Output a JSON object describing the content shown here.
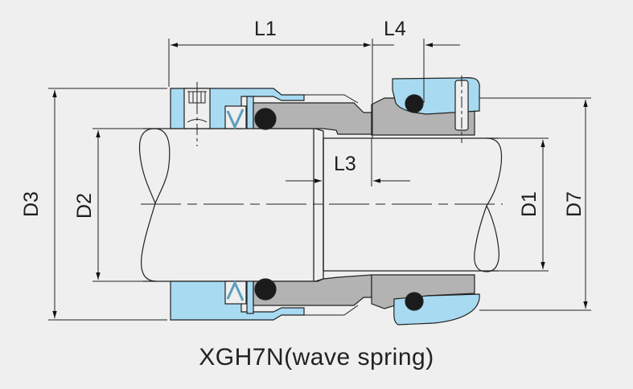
{
  "caption": "XGH7N(wave spring)",
  "colors": {
    "background": "#eeefee",
    "blue_part": "#a8daf2",
    "gray_part": "#b3b3b3",
    "oring": "#1b1b1b",
    "line": "#222222"
  },
  "dimensions": {
    "L1": "L1",
    "L3": "L3",
    "L4": "L4",
    "D1": "D1",
    "D2": "D2",
    "D3": "D3",
    "D7": "D7"
  }
}
